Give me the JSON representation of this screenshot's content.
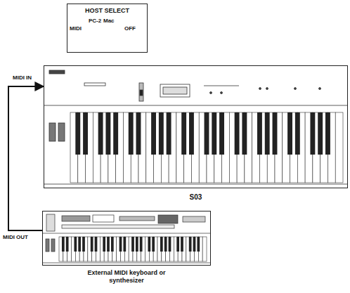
{
  "diagram": {
    "nodes": [
      {
        "text": [
          "HOST SELECT"
        ]
      },
      {
        "text": [
          "S03"
        ]
      },
      {
        "text": [
          "External MIDI keyboard or synthesizer"
        ]
      }
    ],
    "edges": [
      {
        "from": 2,
        "to": 1,
        "arrow": "to"
      }
    ],
    "labels": [
      "MIDI",
      "PC-2",
      "Mac",
      "OFF",
      "MIDI IN",
      "MIDI OUT"
    ]
  }
}
